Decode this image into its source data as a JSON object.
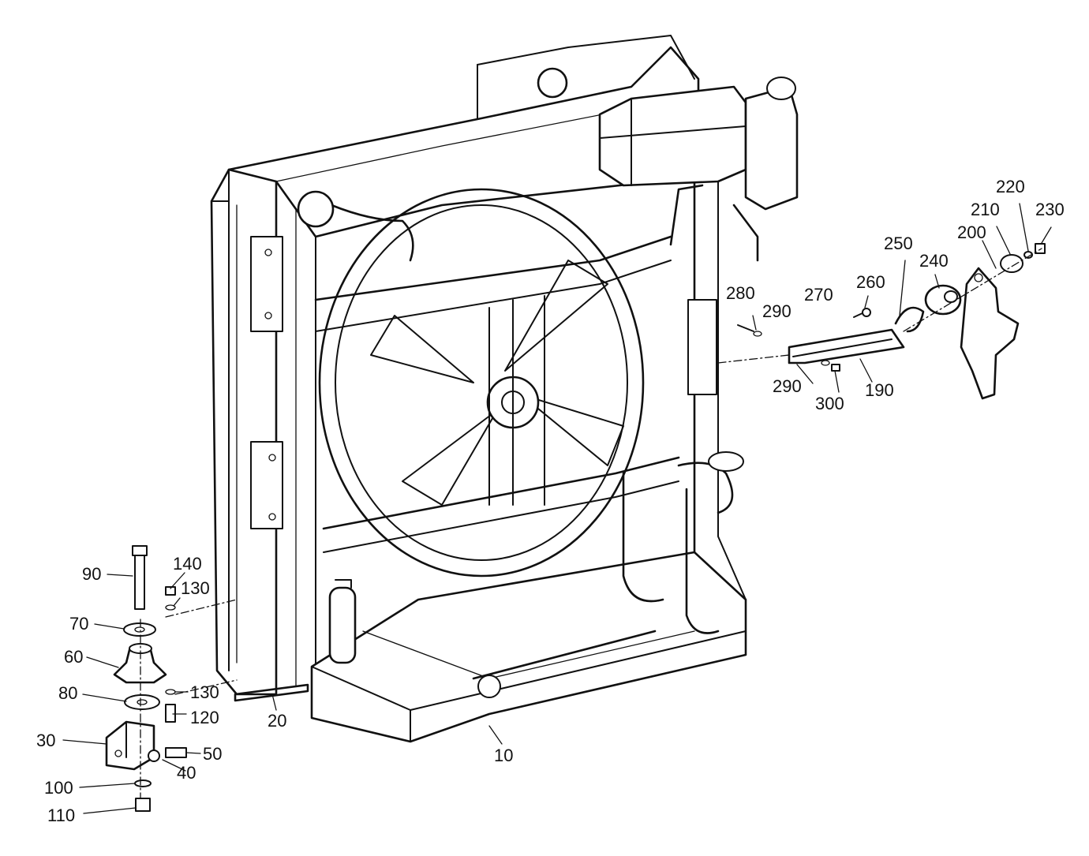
{
  "diagram": {
    "callouts": [
      {
        "id": "c10",
        "text": "10"
      },
      {
        "id": "c20",
        "text": "20"
      },
      {
        "id": "c30",
        "text": "30"
      },
      {
        "id": "c40",
        "text": "40"
      },
      {
        "id": "c50",
        "text": "50"
      },
      {
        "id": "c60",
        "text": "60"
      },
      {
        "id": "c70",
        "text": "70"
      },
      {
        "id": "c80",
        "text": "80"
      },
      {
        "id": "c90",
        "text": "90"
      },
      {
        "id": "c100",
        "text": "100"
      },
      {
        "id": "c110",
        "text": "110"
      },
      {
        "id": "c120",
        "text": "120"
      },
      {
        "id": "c130a",
        "text": "130"
      },
      {
        "id": "c130b",
        "text": "130"
      },
      {
        "id": "c140",
        "text": "140"
      },
      {
        "id": "c190",
        "text": "190"
      },
      {
        "id": "c200",
        "text": "200"
      },
      {
        "id": "c210",
        "text": "210"
      },
      {
        "id": "c220",
        "text": "220"
      },
      {
        "id": "c230",
        "text": "230"
      },
      {
        "id": "c240",
        "text": "240"
      },
      {
        "id": "c250",
        "text": "250"
      },
      {
        "id": "c260",
        "text": "260"
      },
      {
        "id": "c270",
        "text": "270"
      },
      {
        "id": "c280",
        "text": "280"
      },
      {
        "id": "c290a",
        "text": "290"
      },
      {
        "id": "c290b",
        "text": "290"
      },
      {
        "id": "c300",
        "text": "300"
      }
    ]
  }
}
